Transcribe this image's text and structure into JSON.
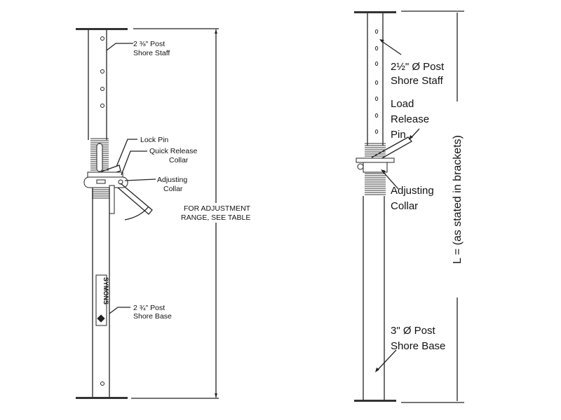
{
  "left_diagram": {
    "staff_label_1": "2 ⅜\" Post",
    "staff_label_2": "Shore Staff",
    "lock_pin": "Lock Pin",
    "quick_release_1": "Quick Release",
    "quick_release_2": "Collar",
    "adjusting_1": "Adjusting",
    "adjusting_2": "Collar",
    "adjustment_1": "FOR ADJUSTMENT",
    "adjustment_2": "RANGE, SEE TABLE",
    "base_label_1": "2 ¾\" Post",
    "base_label_2": "Shore Base",
    "logo_text": "SYMONS"
  },
  "right_diagram": {
    "staff_label_1": "2½\" Ø Post",
    "staff_label_2": "Shore Staff",
    "pin_1": "Load",
    "pin_2": "Release",
    "pin_3": "Pin",
    "adjusting_1": "Adjusting",
    "adjusting_2": "Collar",
    "base_label_1": "3\" Ø Post",
    "base_label_2": "Shore Base",
    "length_label": "L = (as stated in brackets)"
  }
}
